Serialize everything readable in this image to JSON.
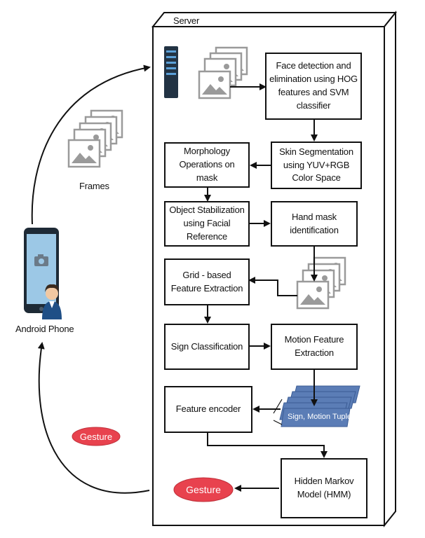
{
  "server": {
    "title": "Server"
  },
  "frames": {
    "label": "Frames"
  },
  "phone": {
    "label": "Android Phone"
  },
  "boxes": {
    "face_detection": "Face detection and elimination using HOG features and SVM classifier",
    "skin_segmentation": "Skin Segmentation using YUV+RGB Color Space",
    "morphology": "Morphology Operations on mask",
    "object_stabilization": "Object Stabilization using Facial Reference",
    "hand_mask": "Hand mask identification",
    "grid_feature": "Grid - based Feature Extraction",
    "sign_classification": "Sign Classification",
    "motion_feature": "Motion Feature Extraction",
    "feature_encoder": "Feature encoder",
    "hmm": "Hidden Markov Model (HMM)"
  },
  "tuples": {
    "label": "Sign, Motion Tuple"
  },
  "gesture_outside": "Gesture",
  "gesture_inside": "Gesture",
  "colors": {
    "gesture_fill": "#e8424e",
    "tuple_fill": "#5b7db6",
    "phone_body": "#1e2a36",
    "phone_screen": "#9cc8e6",
    "server_rack": "#223344",
    "image_icon_grey": "#9a9a9a"
  },
  "icons": [
    "server-rack-icon",
    "image-stack-icon",
    "smartphone-icon",
    "user-avatar-icon",
    "camera-icon"
  ]
}
